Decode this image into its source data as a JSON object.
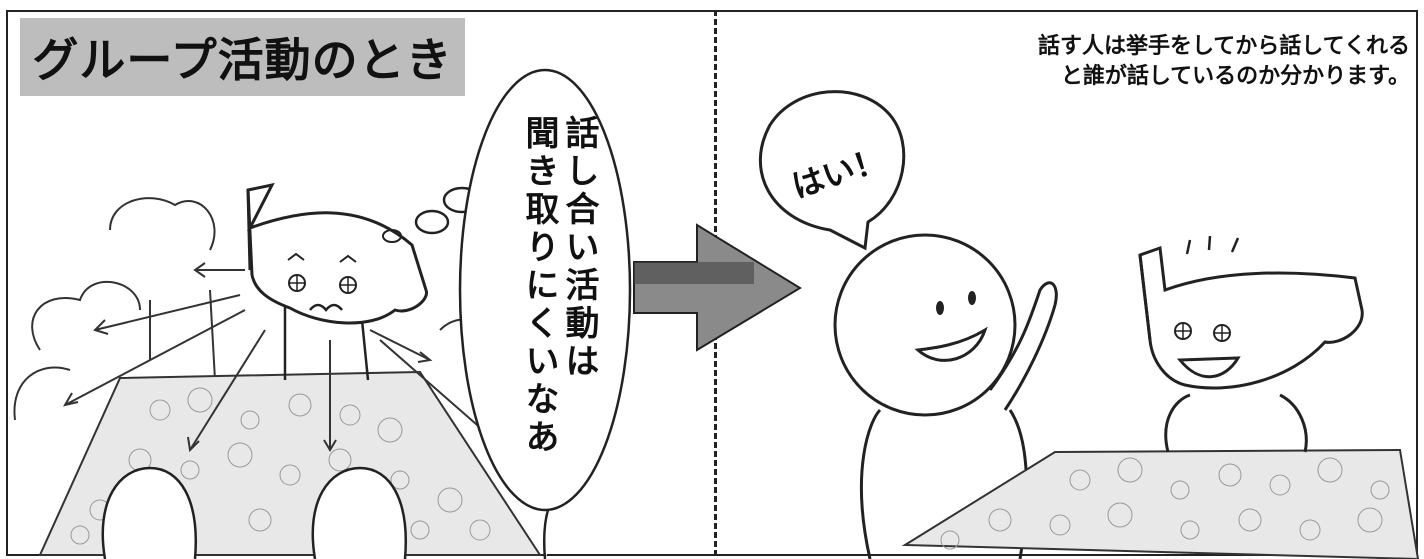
{
  "panel_left": {
    "title": "グループ活動のとき",
    "thought_line1": "話し合い活動は",
    "thought_line2": "聞き取りにくいなあ"
  },
  "panel_right": {
    "caption_line1": "話す人は挙手をしてから話してくれる",
    "caption_line2": "と誰が話しているのか分かります。",
    "speech": "はい！"
  },
  "colors": {
    "title_bg": "#bdbdbd",
    "line": "#222222",
    "arrow": "#8a8a8a"
  }
}
